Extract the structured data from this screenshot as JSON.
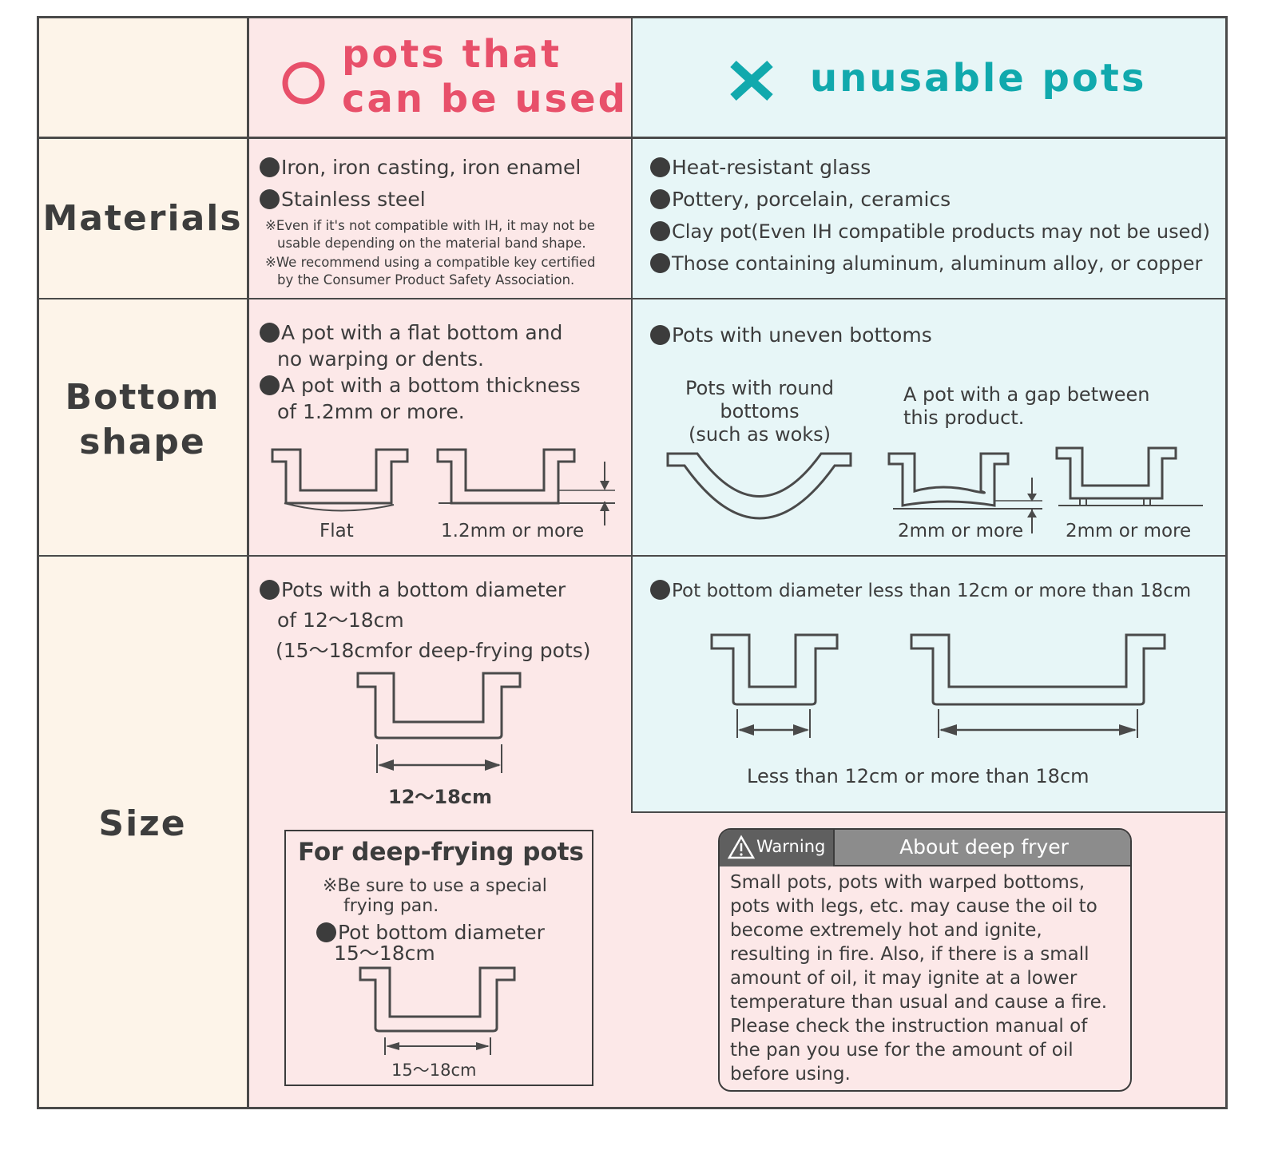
{
  "header": {
    "ok_mark": "○",
    "ok_title_line1": "pots that",
    "ok_title_line2": "can be used",
    "ng_mark": "✕",
    "ng_title": "unusable pots"
  },
  "rows": {
    "materials": "Materials",
    "bottom_line1": "Bottom",
    "bottom_line2": "shape",
    "size": "Size"
  },
  "materials": {
    "ok_items": [
      "Iron, iron casting, iron enamel",
      "Stainless steel"
    ],
    "ok_notes": [
      "※Even if it's not compatible with IH, it may not be",
      "usable depending on the material band shape.",
      "※We recommend using a compatible key certified",
      "by the Consumer Product Safety Association."
    ],
    "ng_items": [
      "Heat-resistant glass",
      "Pottery, porcelain, ceramics",
      "Clay pot(Even IH compatible products may not be used)",
      "Those containing aluminum, aluminum alloy, or copper"
    ]
  },
  "bottom": {
    "ok_item1_line1": "A pot with a flat bottom and",
    "ok_item1_line2": "no warping or dents.",
    "ok_item2_line1": "A pot with a bottom thickness",
    "ok_item2_line2": "of 1.2mm or more.",
    "ok_cap_flat": "Flat",
    "ok_cap_thick": "1.2mm or more",
    "ng_item": "Pots with uneven bottoms",
    "ng_round_line1": "Pots with round",
    "ng_round_line2": "bottoms",
    "ng_round_line3": "(such as woks)",
    "ng_gap_line1": "A pot with a gap between",
    "ng_gap_line2": "this product.",
    "ng_cap1": "2mm or more",
    "ng_cap2": "2mm or more"
  },
  "size": {
    "ok_line1": "Pots with a bottom diameter",
    "ok_line2": "of 12〜18cm",
    "ok_line3": "(15〜18cmfor deep-frying pots)",
    "ok_cap": "12〜18cm",
    "ng_item": "Pot bottom diameter less than 12cm or more than 18cm",
    "ng_cap": "Less than 12cm or more than 18cm"
  },
  "deepfry": {
    "title": "For deep-frying pots",
    "note_line1": "※Be sure to use a special",
    "note_line2": "frying pan.",
    "item_line1": "Pot bottom diameter",
    "item_line2": "15〜18cm",
    "cap": "15〜18cm"
  },
  "warning": {
    "tag": "Warning",
    "title": "About deep fryer",
    "body": [
      "Small pots, pots with warped bottoms,",
      "pots with legs, etc. may cause the oil to",
      "become extremely hot and ignite,",
      "resulting in fire. Also, if there is a small",
      "amount of oil, it may ignite at a lower",
      "temperature than usual and cause a fire.",
      "Please check the instruction manual of",
      "the pan you use for the amount of oil",
      "before using."
    ]
  },
  "colors": {
    "ok_accent": "#e8506a",
    "ng_accent": "#11a9ad",
    "beige_bg": "#fdf4e9",
    "pink_bg": "#fce8e8",
    "cyan_bg": "#e7f6f7",
    "line": "#4a4a4a"
  },
  "icons": [
    "circle-mark-icon",
    "cross-mark-icon",
    "bullet-dot-icon",
    "warning-triangle-icon",
    "pot-diagram-icon",
    "dimension-arrow-icon"
  ]
}
